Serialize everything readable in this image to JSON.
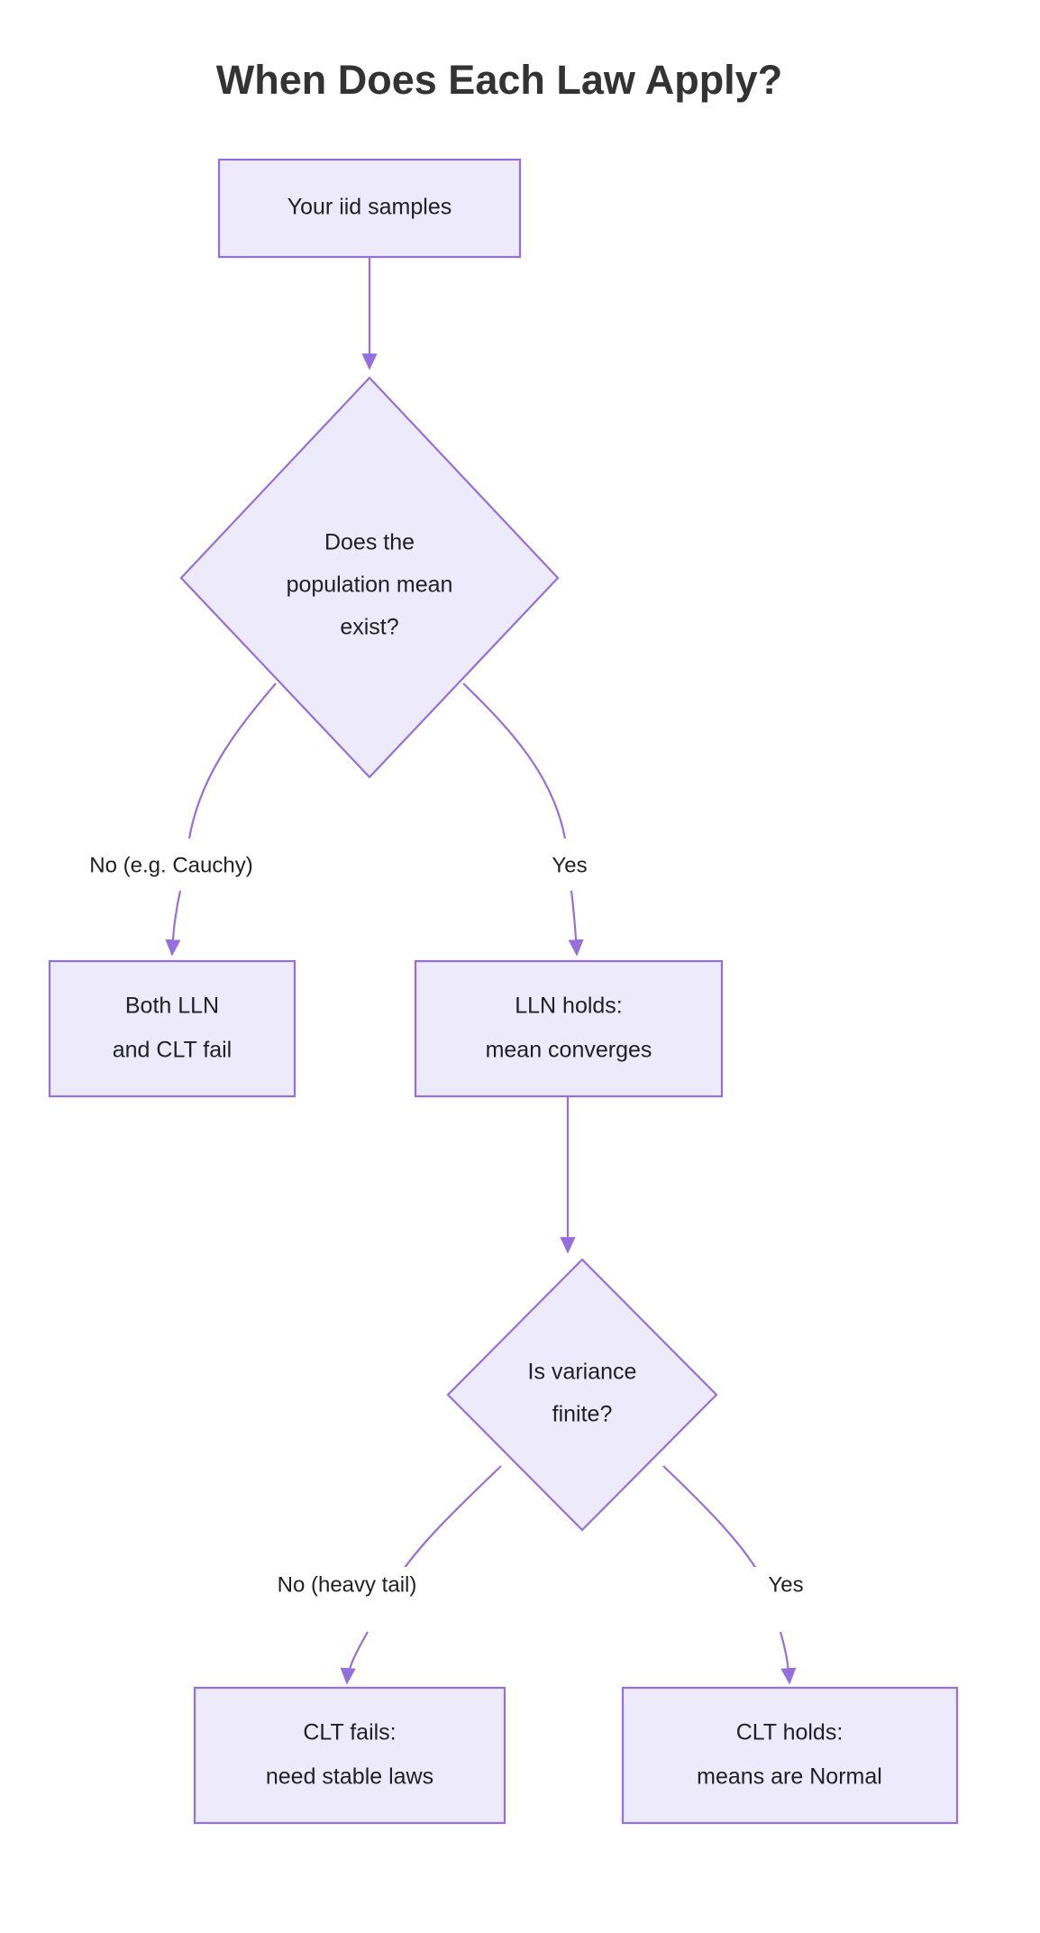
{
  "title": "When Does Each Law Apply?",
  "colors": {
    "node_fill": "#ECEAFB",
    "node_border": "#9370DB",
    "edge_stroke": "#9370DB",
    "text": "#1f1f25",
    "title_text": "#333333",
    "background": "#ffffff"
  },
  "nodes": {
    "start": {
      "id": "start",
      "shape": "rect",
      "label": "Your iid samples",
      "lines": [
        "Your iid samples"
      ]
    },
    "mean_q": {
      "id": "mean_q",
      "shape": "diamond",
      "label": "Does the population mean exist?",
      "lines": [
        "Does the",
        "population mean",
        "exist?"
      ]
    },
    "both_fail": {
      "id": "both_fail",
      "shape": "rect",
      "label": "Both LLN and CLT fail",
      "lines": [
        "Both LLN",
        "and CLT fail"
      ]
    },
    "lln_holds": {
      "id": "lln_holds",
      "shape": "rect",
      "label": "LLN holds: mean converges",
      "lines": [
        "LLN holds:",
        "mean converges"
      ]
    },
    "var_q": {
      "id": "var_q",
      "shape": "diamond",
      "label": "Is variance finite?",
      "lines": [
        "Is variance",
        "finite?"
      ]
    },
    "clt_fails": {
      "id": "clt_fails",
      "shape": "rect",
      "label": "CLT fails: need stable laws",
      "lines": [
        "CLT fails:",
        "need stable laws"
      ]
    },
    "clt_holds": {
      "id": "clt_holds",
      "shape": "rect",
      "label": "CLT holds: means are Normal",
      "lines": [
        "CLT holds:",
        "means are Normal"
      ]
    }
  },
  "edges": [
    {
      "from": "start",
      "to": "mean_q",
      "label": ""
    },
    {
      "from": "mean_q",
      "to": "both_fail",
      "label": "No (e.g. Cauchy)"
    },
    {
      "from": "mean_q",
      "to": "lln_holds",
      "label": "Yes"
    },
    {
      "from": "lln_holds",
      "to": "var_q",
      "label": ""
    },
    {
      "from": "var_q",
      "to": "clt_fails",
      "label": "No (heavy tail)"
    },
    {
      "from": "var_q",
      "to": "clt_holds",
      "label": "Yes"
    }
  ]
}
